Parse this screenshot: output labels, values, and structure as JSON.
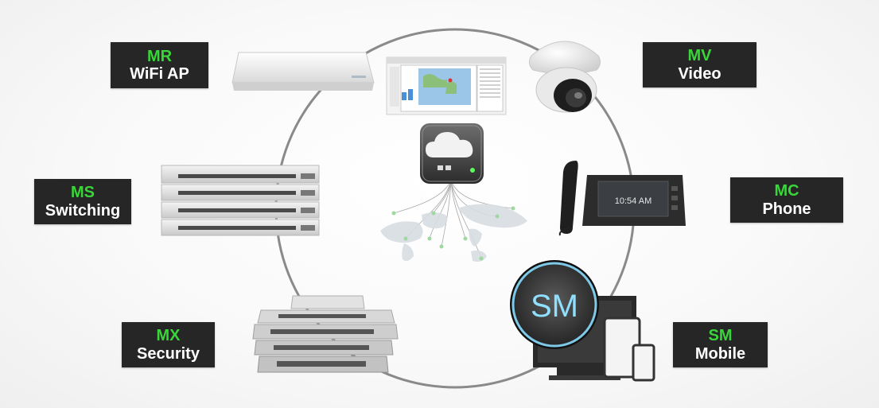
{
  "labels": {
    "mr": {
      "code": "MR",
      "name": "WiFi AP"
    },
    "mv": {
      "code": "MV",
      "name": "Video"
    },
    "ms": {
      "code": "MS",
      "name": "Switching"
    },
    "mc": {
      "code": "MC",
      "name": "Phone"
    },
    "mx": {
      "code": "MX",
      "name": "Security"
    },
    "sm": {
      "code": "SM",
      "name": "Mobile"
    }
  },
  "sm_badge_text": "SM",
  "phone_time": "10:54 AM",
  "colors": {
    "label_bg": "#262626",
    "code_green": "#39d639",
    "text_white": "#ffffff",
    "ring": "#8a8a8a",
    "sm_ring": "#7fc9e8"
  },
  "icons": {
    "center": "cloud-icon",
    "mr": "access-point-icon",
    "mv": "dome-camera-icon",
    "ms": "network-switch-icon",
    "mc": "desk-phone-icon",
    "mx": "security-appliance-icon",
    "sm": "device-management-icon"
  }
}
